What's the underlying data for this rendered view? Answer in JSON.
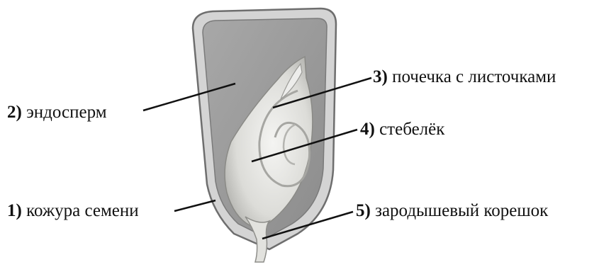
{
  "labels": [
    {
      "number": "1)",
      "text": "кожура семени"
    },
    {
      "number": "2)",
      "text": "эндосперм"
    },
    {
      "number": "3)",
      "text": "почечка с листочками"
    },
    {
      "number": "4)",
      "text": "стебелёк"
    },
    {
      "number": "5)",
      "text": "зародышевый корешок"
    }
  ]
}
